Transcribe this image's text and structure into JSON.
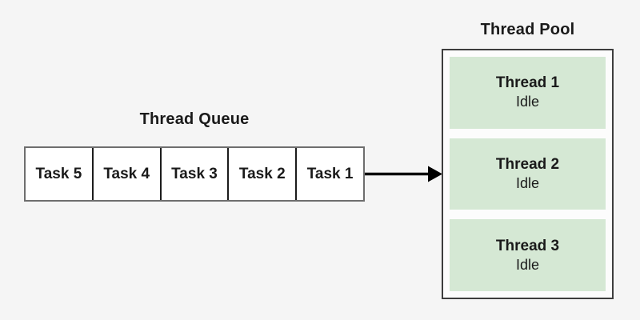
{
  "diagram": {
    "queue": {
      "title": "Thread Queue",
      "tasks": [
        "Task 5",
        "Task 4",
        "Task 3",
        "Task 2",
        "Task 1"
      ]
    },
    "arrow": {
      "name": "queue-to-pool-arrow",
      "direction": "right"
    },
    "pool": {
      "title": "Thread Pool",
      "threads": [
        {
          "name": "Thread 1",
          "status": "Idle"
        },
        {
          "name": "Thread 2",
          "status": "Idle"
        },
        {
          "name": "Thread 3",
          "status": "Idle"
        }
      ]
    },
    "colors": {
      "background": "#f5f5f5",
      "thread_fill": "#d5e8d4",
      "pool_border": "#3d3d3d",
      "queue_border": "#6e6e6e",
      "text": "#1a1a1a",
      "arrow": "#000000"
    }
  }
}
